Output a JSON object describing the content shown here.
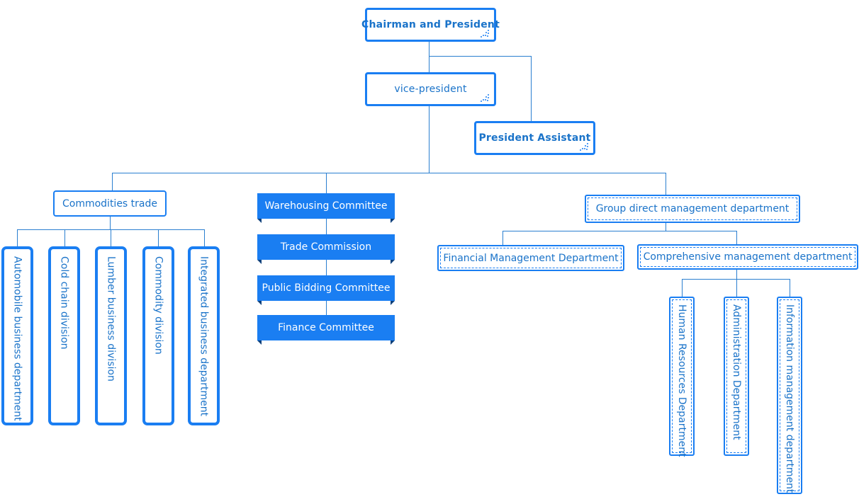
{
  "org_chart": {
    "chairman": "Chairman and President",
    "vice_president": "vice-president",
    "president_assistant": "President Assistant",
    "commodities": {
      "title": "Commodities trade",
      "divisions": [
        "Automobile business department",
        "Cold chain division",
        "Lumber business division",
        "Commodity division",
        "Integrated business department"
      ]
    },
    "committees": [
      "Warehousing Committee",
      "Trade Commission",
      "Public Bidding Committee",
      "Finance Committee"
    ],
    "group_direct": {
      "title": "Group direct management department",
      "financial": "Financial Management Department",
      "comprehensive": {
        "title": "Comprehensive management department",
        "departments": [
          "Human Resources Department",
          "Administration Department",
          "Information management department"
        ]
      }
    }
  },
  "colors": {
    "accent": "#1a7ef2",
    "line": "#2a7fd0",
    "text": "#1a73c9",
    "ribbon_fold": "#0b3f7a"
  }
}
